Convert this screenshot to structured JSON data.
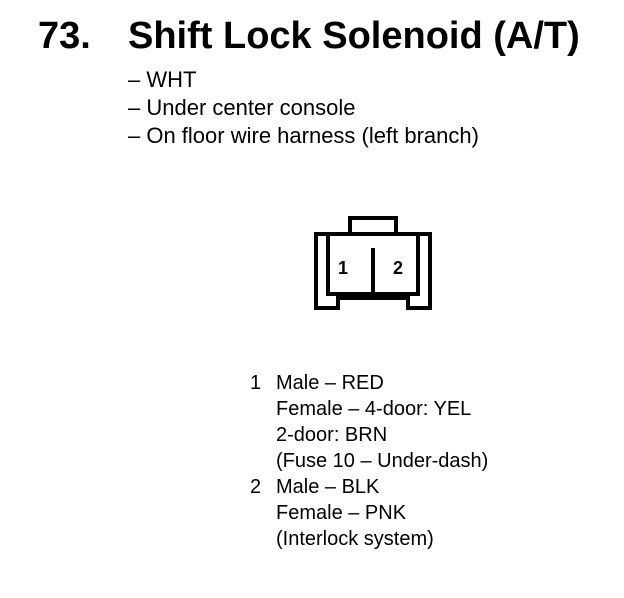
{
  "heading": {
    "number": "73.",
    "title": "Shift Lock Solenoid (A/T)"
  },
  "details": [
    "– WHT",
    "– Under center console",
    "– On floor wire harness (left branch)"
  ],
  "connector": {
    "terminal_labels": [
      "1",
      "2"
    ]
  },
  "pins": [
    {
      "number": "1",
      "lines": [
        "Male – RED",
        "Female – 4-door: YEL",
        "2-door: BRN",
        "(Fuse 10 – Under-dash)"
      ]
    },
    {
      "number": "2",
      "lines": [
        "Male – BLK",
        "Female – PNK",
        "(Interlock system)"
      ]
    }
  ]
}
